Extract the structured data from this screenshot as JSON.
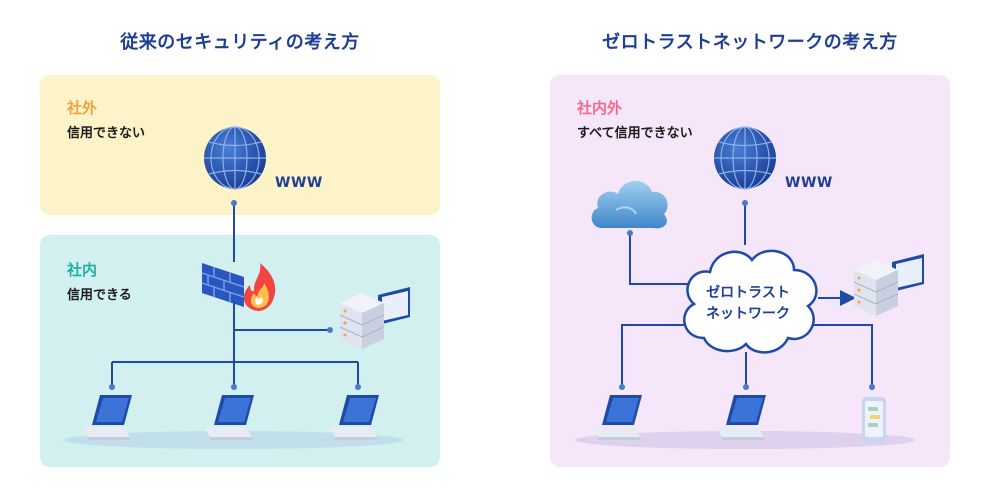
{
  "left": {
    "title": "従来のセキュリティの考え方",
    "outside": {
      "label": "社外",
      "description": "信用できない"
    },
    "inside": {
      "label": "社内",
      "description": "信用できる"
    },
    "www_label": "WWW"
  },
  "right": {
    "title": "ゼロトラストネットワークの考え方",
    "zone": {
      "label": "社内外",
      "description": "すべて信用できない"
    },
    "www_label": "WWW",
    "cloud_lines": [
      "ゼロトラスト",
      "ネットワーク"
    ]
  },
  "colors": {
    "title": "#1e3f94",
    "outside_bg": "#fdf3c9",
    "outside_label": "#f1a13b",
    "inside_bg": "#d2f0ef",
    "inside_label": "#1fb0a6",
    "zerotrust_bg": "#f5e6f9",
    "zerotrust_label": "#f26b8a",
    "line": "#1e4aa8"
  }
}
